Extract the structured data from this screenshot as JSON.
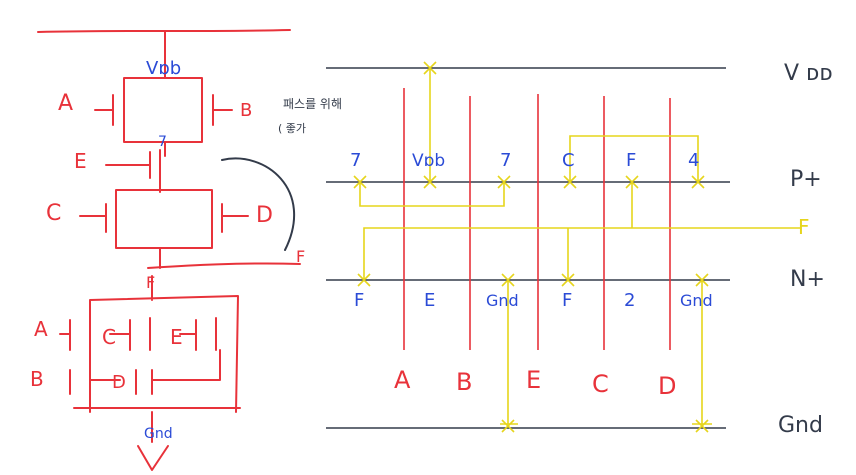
{
  "schematic": {
    "vdd_label": "Vɒb",
    "gate_labels": {
      "a": "A",
      "b": "B",
      "e": "E",
      "c": "C",
      "d": "D",
      "n_a": "A",
      "n_c": "C",
      "n_e": "E",
      "n_b": "B",
      "n_d": "D"
    },
    "node_7": "7",
    "node_f": "F",
    "node_out": "F",
    "gnd_label": "Gnd",
    "annotation": "패스를 위해",
    "annotation_sub": "( 좋가"
  },
  "layout": {
    "rails": {
      "vdd": "V ᴅᴅ",
      "pplus": "P+",
      "nplus": "N+",
      "gnd": "Gnd"
    },
    "top_labels": [
      "7",
      "Vɒb",
      "7",
      "C",
      "F",
      "4"
    ],
    "bottom_labels": [
      "F",
      "E",
      "Gnd",
      "F",
      "2",
      "Gnd"
    ],
    "gate_names": [
      "A",
      "B",
      "E",
      "C",
      "D"
    ],
    "output_label": "F"
  },
  "colors": {
    "red": "#e8323a",
    "blue": "#2b4bd6",
    "yellow": "#e6d51c",
    "dark": "#333b4a"
  }
}
